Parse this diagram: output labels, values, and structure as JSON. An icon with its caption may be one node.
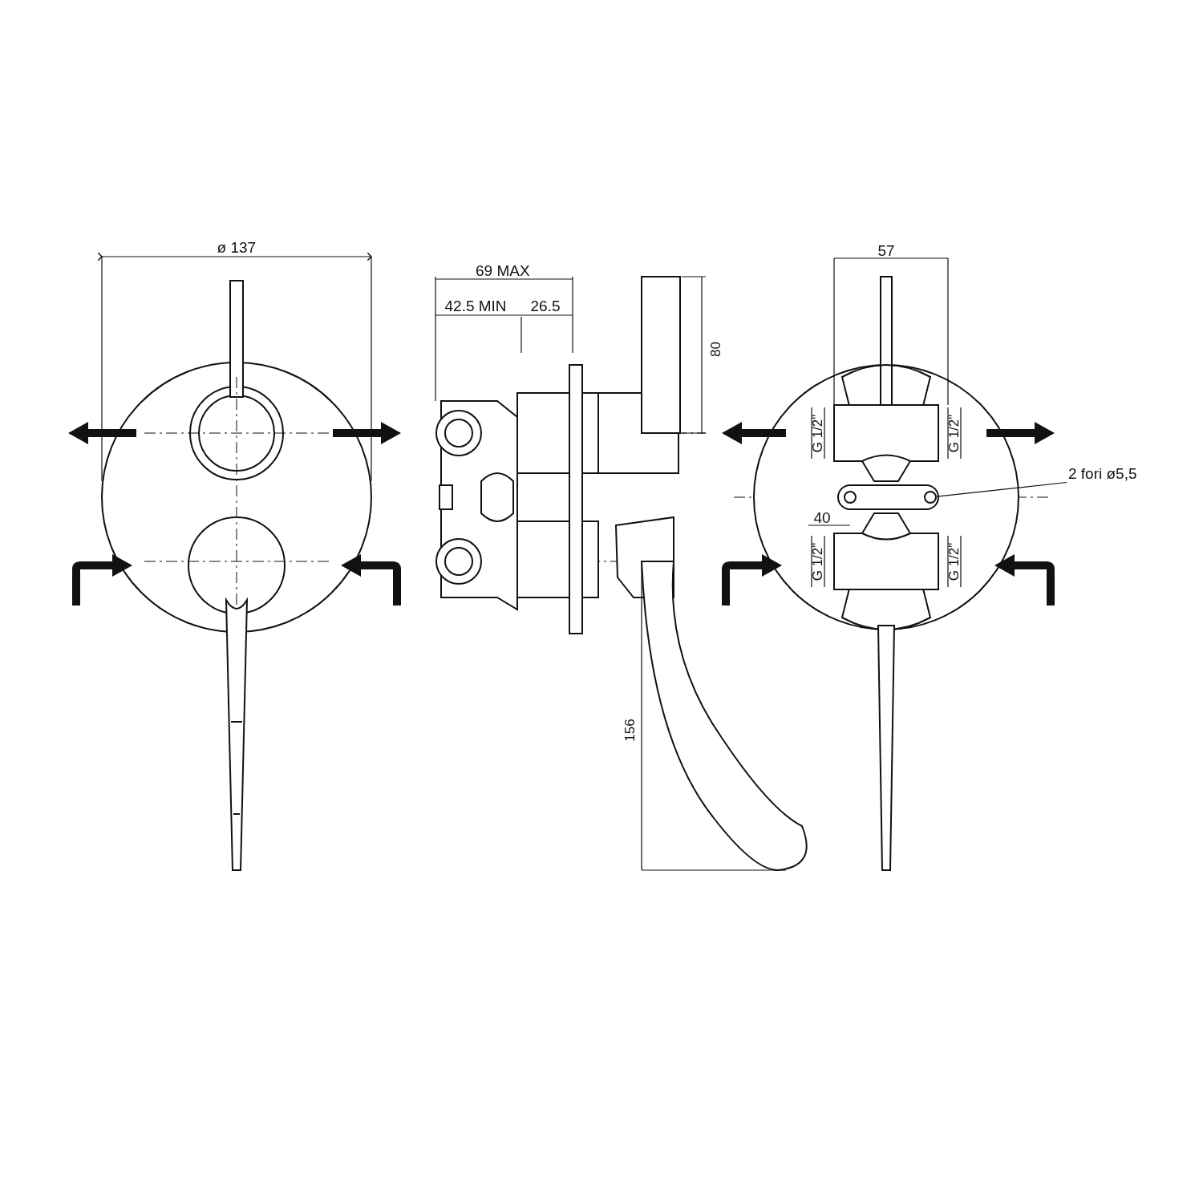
{
  "diagram": {
    "nodes": [
      {
        "text": [
          "2 fori ø5,5"
        ]
      },
      {
        "text": [],
        "shape": "circle"
      }
    ],
    "edges": [
      {
        "from": 0,
        "to": 1,
        "arrow": "none"
      }
    ],
    "labels": [
      "ø 137",
      "57",
      "69 MAX",
      "42.5 MIN",
      "26.5",
      "80",
      "G 1/2\"",
      "G 1/2\"",
      "40",
      "G 1/2\"",
      "G 1/2\"",
      "156"
    ]
  }
}
